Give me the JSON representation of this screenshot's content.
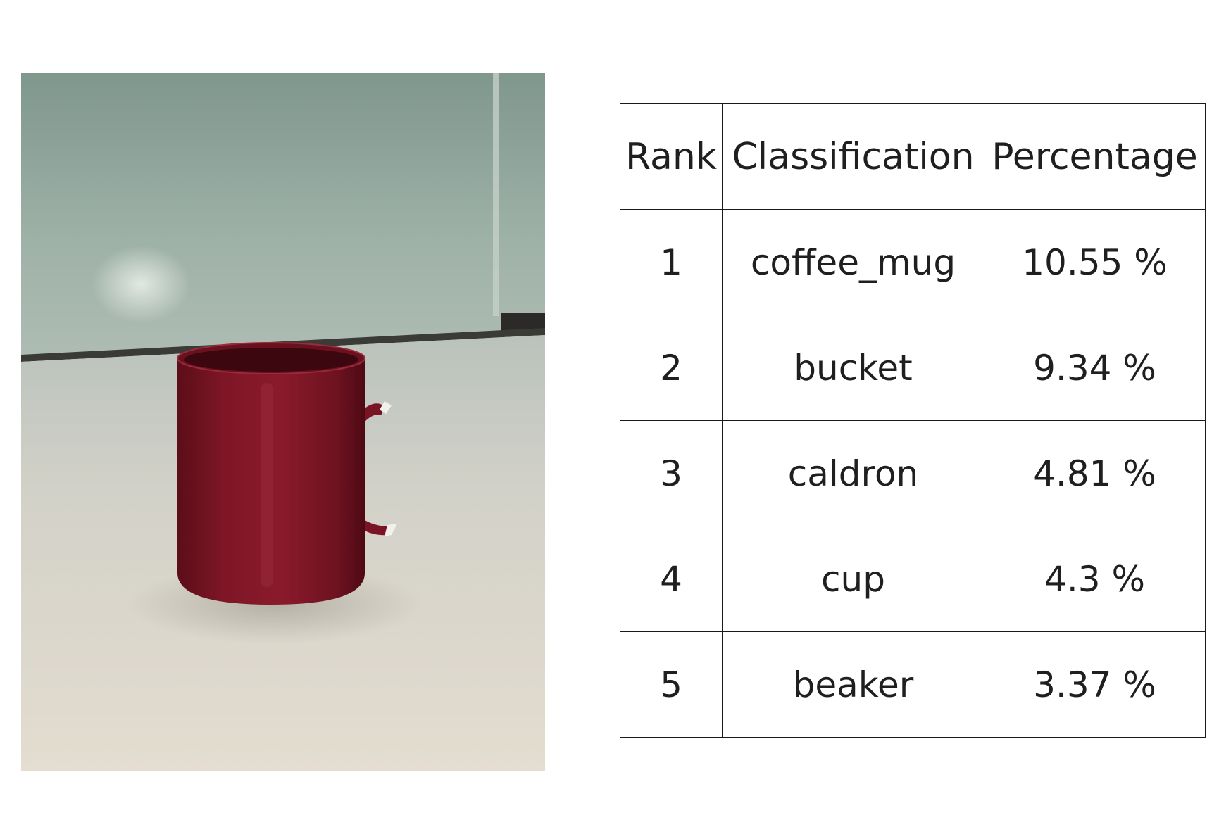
{
  "photo": {
    "subject": "red coffee mug",
    "colors": {
      "wall": "#8fa59b",
      "floor": "#d9d6cc",
      "mug": "#7b1424"
    }
  },
  "table": {
    "headers": [
      "Rank",
      "Classification",
      "Percentage"
    ],
    "rows": [
      {
        "rank": "1",
        "classification": "coffee_mug",
        "percentage": "10.55 %"
      },
      {
        "rank": "2",
        "classification": "bucket",
        "percentage": "9.34 %"
      },
      {
        "rank": "3",
        "classification": "caldron",
        "percentage": "4.81 %"
      },
      {
        "rank": "4",
        "classification": "cup",
        "percentage": "4.3 %"
      },
      {
        "rank": "5",
        "classification": "beaker",
        "percentage": "3.37 %"
      }
    ]
  }
}
